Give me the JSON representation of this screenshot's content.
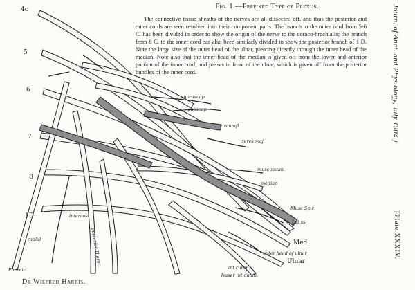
{
  "caption": {
    "title": "Fig. 1.—Prefixed Type of Plexus.",
    "body": "The connective tissue sheaths of the nerves are all dissected off, and thus the posterior and outer cords are seen resolved into their component parts. The branch to the outer cord from 5-6 C. has been divided in order to show the origin of the nerve to the coraco-brachialis; the branch from 8 C. to the inner cord has also been similarly divided to show the posterior branch of 1 D. Note the large size of the outer head of the ulnar, piercing directly through the inner head of the median. Note also that the inner head of the median is given off from the lower and anterior portion of the inner cord, and passes in front of the ulnar, which is given off from the posterior bundles of the inner cord."
  },
  "side_text": {
    "journal": "Journ. of Anat. and Physiology, July 1904.)",
    "plate": "[Plate XXXIV."
  },
  "author": "Dr Wilfred Harris.",
  "roots": {
    "c4": "4c",
    "c5": "5",
    "c6": "6",
    "c7": "7",
    "c8": "8",
    "d1": "1D"
  },
  "labels": {
    "suprascap": "suprascap",
    "subscap_upper": "subscap",
    "circumfl": "circumfl",
    "teres_maj": "teres maj",
    "musc_cutan": "musc cutan.",
    "median": "median",
    "musc_spir": "Musc Spir.",
    "lat_ss": "Lat ss",
    "med": "Med",
    "outer_head_ulnar": "outer head of ulnar",
    "ulnar": "Ulnar",
    "int_cutan": "int cutan.",
    "lesser_int_cutan": "lesser int cutan.",
    "phrenic": "Phrenic",
    "radial": "radial",
    "post_thorac": "Posterior Thorac.",
    "intercost": "intercost"
  },
  "colors": {
    "paper": "#fbfbf8",
    "ink": "#1a1a1a",
    "shaded_nerve": "#8d8d8d"
  }
}
